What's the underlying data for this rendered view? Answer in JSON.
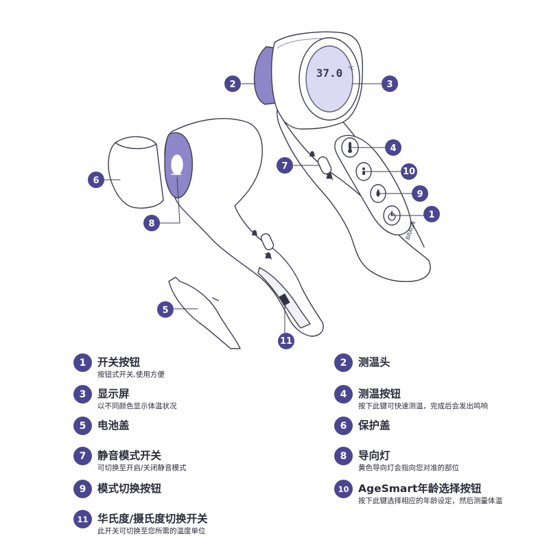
{
  "colors": {
    "accent": "#4b4690",
    "lens": "#8d86c9",
    "screen": "#dcdaf2",
    "line": "#3b3b4f"
  },
  "device": {
    "brand": "BRAUN",
    "display_value": "37.0",
    "display_unit": "°C",
    "button_icons": [
      "thermometer-icon",
      "age-icon",
      "drop-icon",
      "power-icon"
    ],
    "switch_icons": [
      "bell-icon",
      "muted-bell-icon"
    ]
  },
  "callouts": [
    "1",
    "2",
    "3",
    "4",
    "5",
    "6",
    "7",
    "8",
    "9",
    "10",
    "11"
  ],
  "legend": [
    {
      "num": "1",
      "title": "开关按钮",
      "desc": "按钮式开关,使用方便"
    },
    {
      "num": "2",
      "title": "测温头",
      "desc": ""
    },
    {
      "num": "3",
      "title": "显示屏",
      "desc": "以不同颜色显示体温状况"
    },
    {
      "num": "4",
      "title": "测温按钮",
      "desc": "按下此键可快速测温，完成后会发出鸣响"
    },
    {
      "num": "5",
      "title": "电池盖",
      "desc": ""
    },
    {
      "num": "6",
      "title": "保护盖",
      "desc": ""
    },
    {
      "num": "7",
      "title": "静音模式开关",
      "desc": "可切换至开启/关闭静音模式"
    },
    {
      "num": "8",
      "title": "导向灯",
      "desc": "黄色导向灯会指向您对准的部位"
    },
    {
      "num": "9",
      "title": "模式切换按钮",
      "desc": ""
    },
    {
      "num": "10",
      "title": "AgeSmart年龄选择按钮",
      "desc": "按下此键选择相应的年龄设定，然后测量体温"
    },
    {
      "num": "11",
      "title": "华氏度/摄氏度切换开关",
      "desc": "此开关可切换至您所需的温度单位"
    }
  ]
}
